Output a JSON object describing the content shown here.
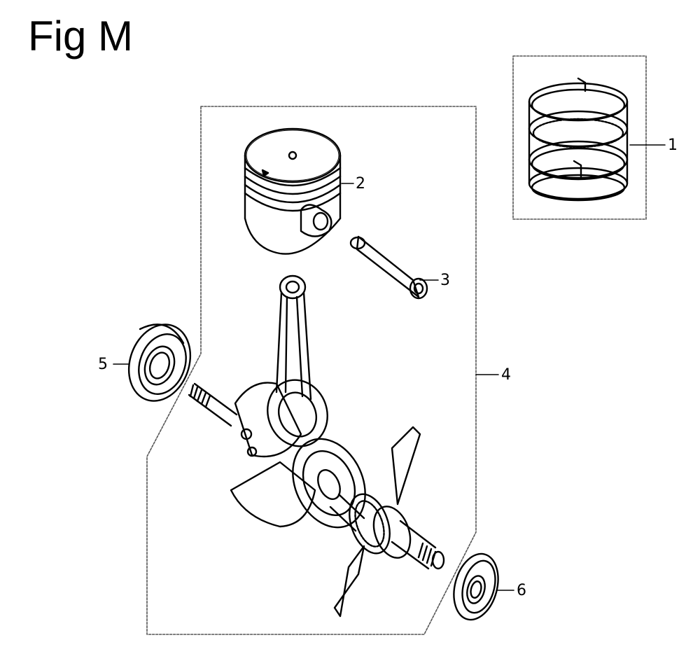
{
  "figure": {
    "title": "Fig M",
    "line_color": "#000000",
    "box_color": "#555555"
  },
  "parts": [
    {
      "callout": "1",
      "icon": "piston-rings-icon"
    },
    {
      "callout": "2",
      "icon": "piston-icon"
    },
    {
      "callout": "3",
      "icon": "piston-pin-icon"
    },
    {
      "callout": "4",
      "icon": "crankshaft-assembly-icon"
    },
    {
      "callout": "5",
      "icon": "bearing-icon"
    },
    {
      "callout": "6",
      "icon": "oil-seal-icon"
    }
  ]
}
